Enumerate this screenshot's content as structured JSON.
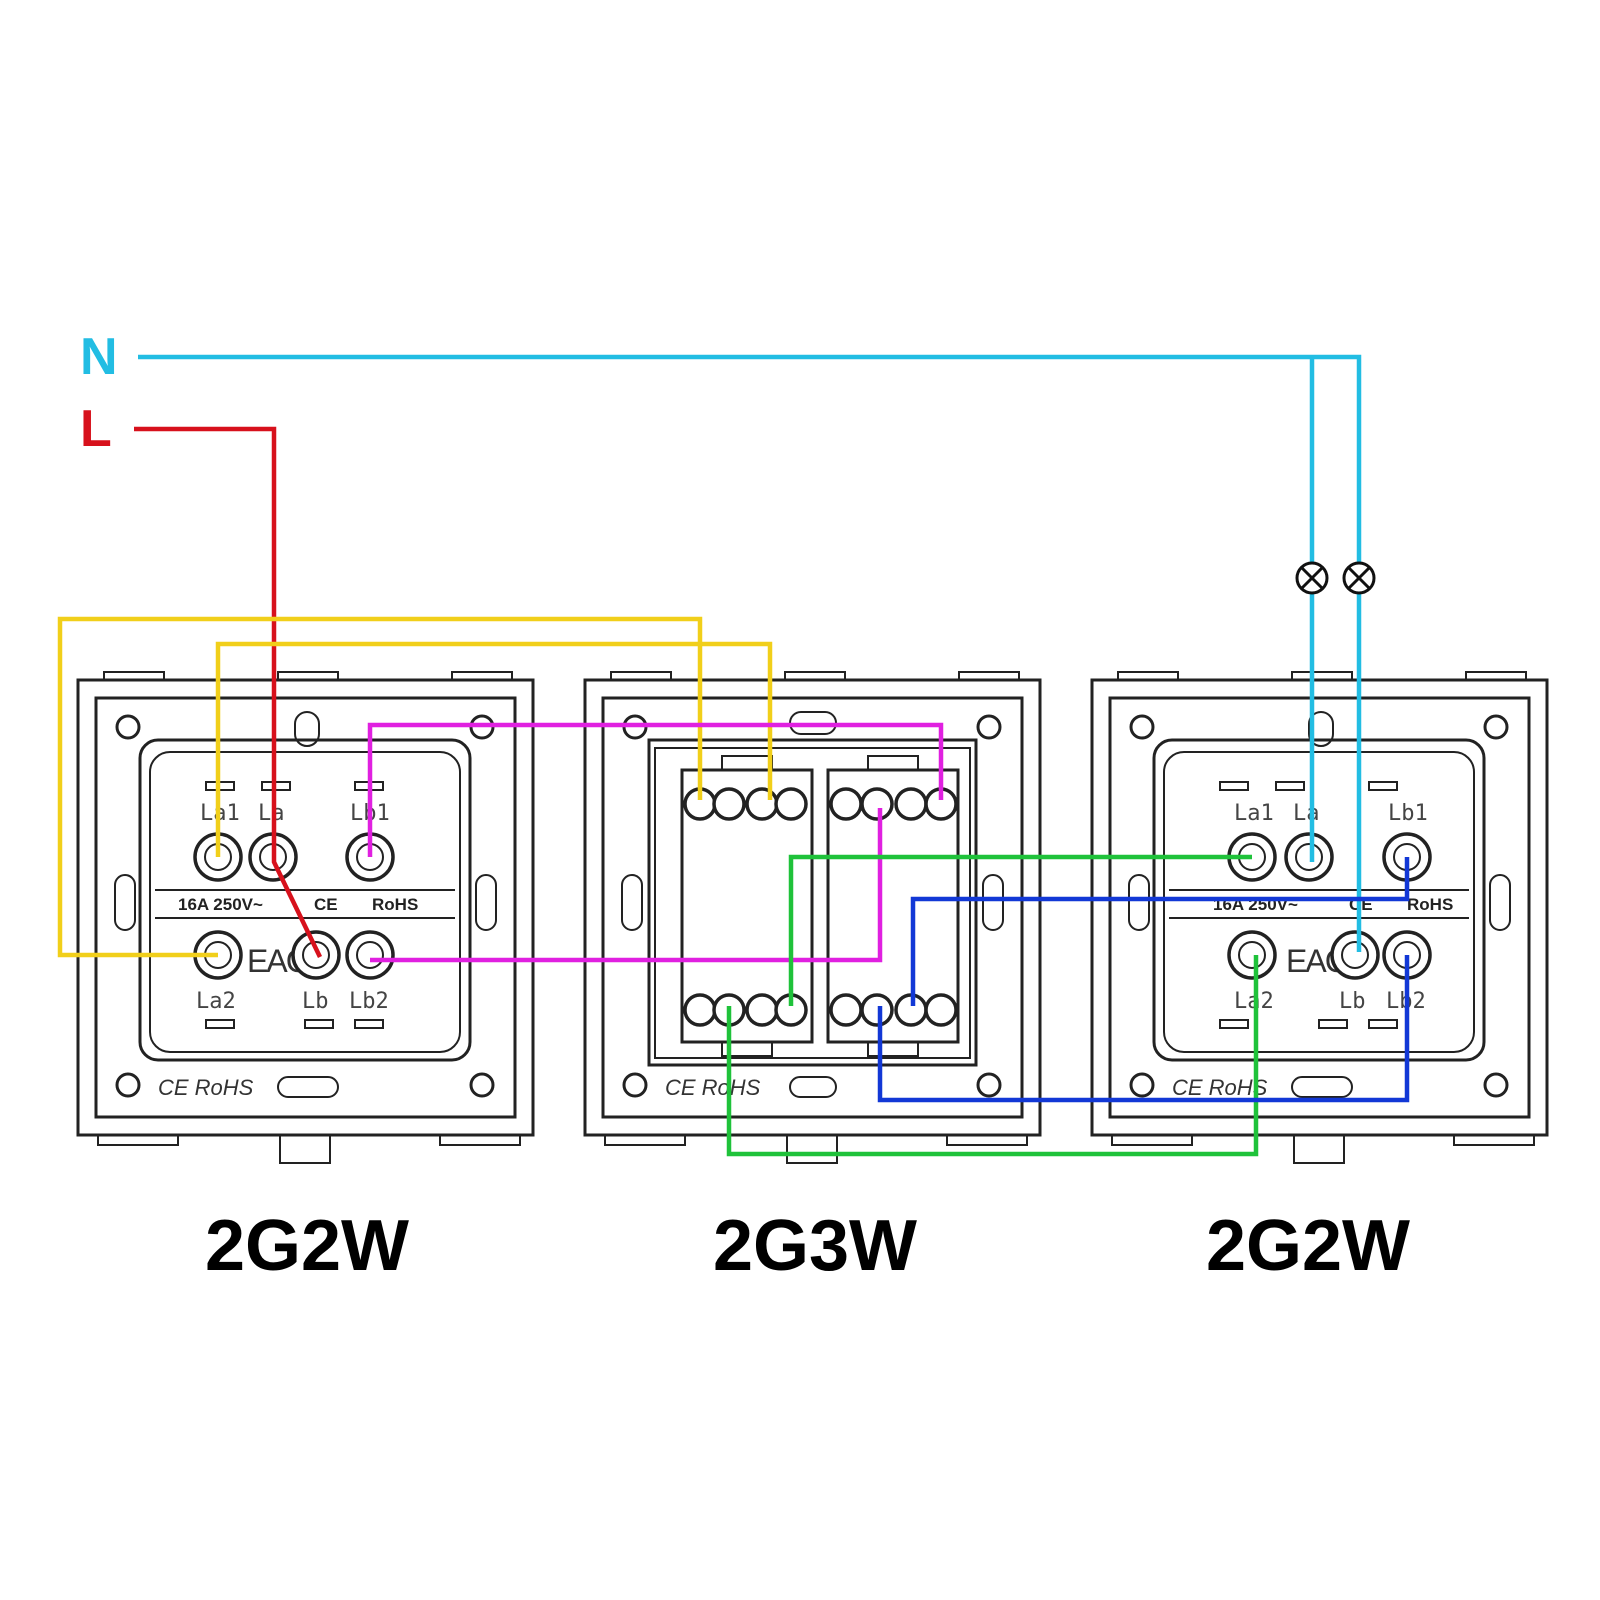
{
  "line_labels": {
    "neutral": "N",
    "live": "L"
  },
  "colors": {
    "neutral": "#22bde3",
    "live": "#d7111c",
    "traveler_yellow": "#f1cf1a",
    "traveler_magenta": "#e020e0",
    "traveler_green": "#1fc23a",
    "traveler_blue": "#1238d6"
  },
  "switches": [
    {
      "caption": "2G2W",
      "terminals": {
        "la1": "La1",
        "la": "La",
        "lb1": "Lb1",
        "la2": "La2",
        "lb": "Lb",
        "lb2": "Lb2"
      },
      "rating": "16A  250V~",
      "ce": "CE",
      "rohs": "RoHS",
      "eac": "EAC",
      "footer_mark": "CE RoHS"
    },
    {
      "caption": "2G3W",
      "footer_mark": "CE RoHS"
    },
    {
      "caption": "2G2W",
      "terminals": {
        "la1": "La1",
        "la": "La",
        "lb1": "Lb1",
        "la2": "La2",
        "lb": "Lb",
        "lb2": "Lb2"
      },
      "rating": "16A  250V~",
      "ce": "CE",
      "rohs": "RoHS",
      "eac": "EAC",
      "footer_mark": "CE RoHS"
    }
  ],
  "lamps": [
    {
      "icon": "lamp-icon"
    },
    {
      "icon": "lamp-icon"
    }
  ]
}
